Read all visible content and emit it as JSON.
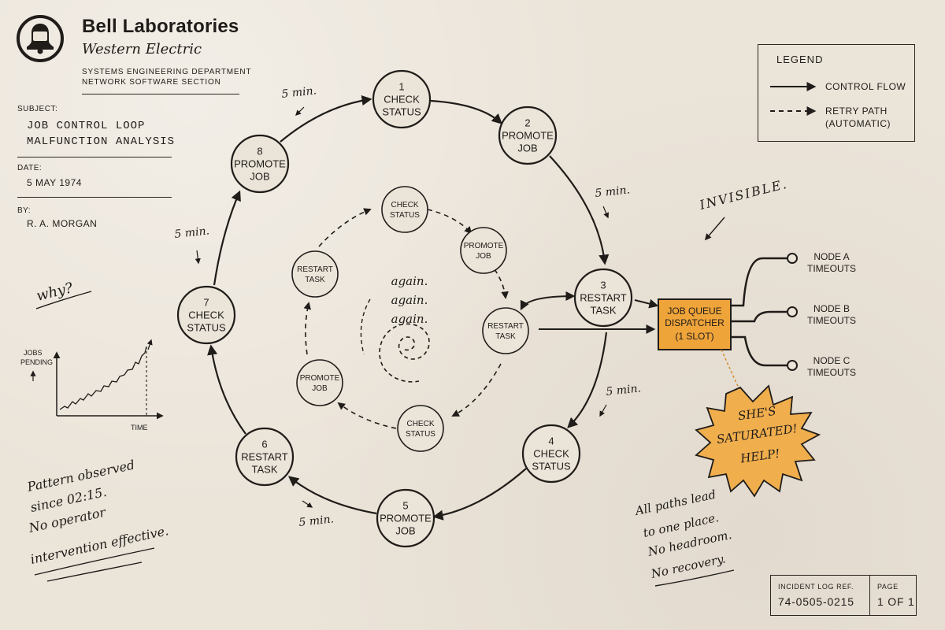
{
  "header": {
    "org": "Bell Laboratories",
    "company": "Western Electric",
    "dept_line1": "SYSTEMS ENGINEERING DEPARTMENT",
    "dept_line2": "NETWORK SOFTWARE SECTION"
  },
  "fields": {
    "subject_label": "SUBJECT:",
    "subject_line1": "JOB CONTROL LOOP",
    "subject_line2": "MALFUNCTION ANALYSIS",
    "date_label": "DATE:",
    "date_value": "5 MAY 1974",
    "by_label": "BY:",
    "by_value": "R. A. MORGAN"
  },
  "notes": {
    "why": "why?",
    "pattern_line1": "Pattern observed",
    "pattern_line2": "since 02:15.",
    "pattern_line3": "No operator",
    "pattern_line4": "intervention effective.",
    "invisible": "INVISIBLE.",
    "paths_line1": "All paths lead",
    "paths_line2": "to one place.",
    "paths_line3": "No headroom.",
    "paths_line4": "No recovery.",
    "again1": "again.",
    "again2": "again.",
    "again3": "again."
  },
  "mini_chart": {
    "ylabel_line1": "JOBS",
    "ylabel_line2": "PENDING",
    "xlabel": "TIME"
  },
  "legend": {
    "title": "LEGEND",
    "control_flow": "CONTROL FLOW",
    "retry_line1": "RETRY PATH",
    "retry_line2": "(AUTOMATIC)"
  },
  "outer_loop": [
    {
      "num": "1",
      "line1": "CHECK",
      "line2": "STATUS"
    },
    {
      "num": "2",
      "line1": "PROMOTE",
      "line2": "JOB"
    },
    {
      "num": "3",
      "line1": "RESTART",
      "line2": "TASK"
    },
    {
      "num": "4",
      "line1": "CHECK",
      "line2": "STATUS"
    },
    {
      "num": "5",
      "line1": "PROMOTE",
      "line2": "JOB"
    },
    {
      "num": "6",
      "line1": "RESTART",
      "line2": "TASK"
    },
    {
      "num": "7",
      "line1": "CHECK",
      "line2": "STATUS"
    },
    {
      "num": "8",
      "line1": "PROMOTE",
      "line2": "JOB"
    }
  ],
  "interval_label": "5 min.",
  "inner_loop": [
    {
      "line1": "CHECK",
      "line2": "STATUS"
    },
    {
      "line1": "PROMOTE",
      "line2": "JOB"
    },
    {
      "line1": "RESTART",
      "line2": "TASK"
    },
    {
      "line1": "CHECK",
      "line2": "STATUS"
    },
    {
      "line1": "PROMOTE",
      "line2": "JOB"
    },
    {
      "line1": "RESTART",
      "line2": "TASK"
    }
  ],
  "dispatcher": {
    "line1": "JOB QUEUE",
    "line2": "DISPATCHER",
    "line3": "(1 SLOT)"
  },
  "nodes": [
    {
      "line1": "NODE A",
      "line2": "TIMEOUTS"
    },
    {
      "line1": "NODE B",
      "line2": "TIMEOUTS"
    },
    {
      "line1": "NODE C",
      "line2": "TIMEOUTS"
    }
  ],
  "burst": {
    "line1": "SHE'S",
    "line2": "SATURATED!",
    "line3": "HELP!"
  },
  "incident": {
    "ref_label": "INCIDENT LOG REF.",
    "ref_value": "74-0505-0215",
    "page_label": "PAGE",
    "page_value": "1 OF 1"
  },
  "colors": {
    "ink": "#1f1c19",
    "paper": "#ebe4d9",
    "dispatcher_fill": "#efa43a",
    "burst_fill": "#f0ae4d"
  }
}
